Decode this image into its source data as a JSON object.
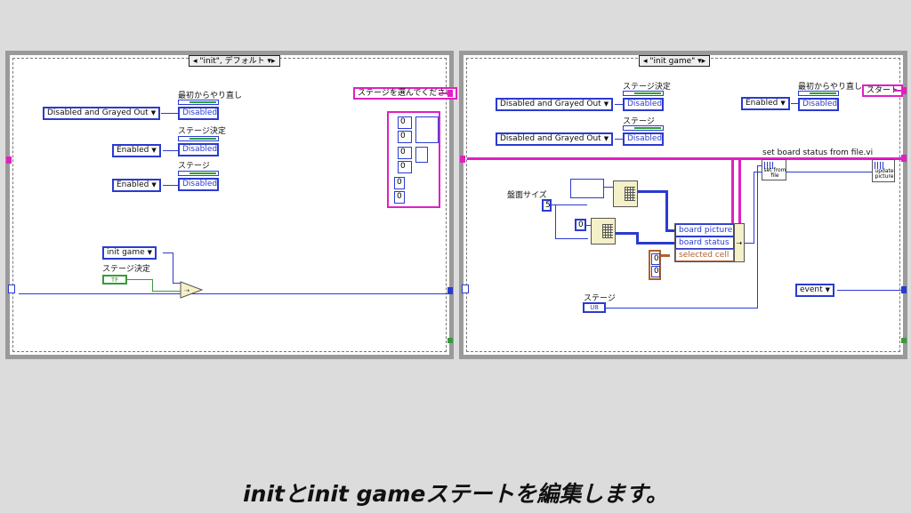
{
  "left_panel": {
    "case_selector": "◂ \"init\", デフォルト ▾▸",
    "top_label": "最初からやり直し",
    "ctrl1": "Disabled and Grayed Out",
    "ind1": "Disabled",
    "label_stage_decide": "ステージ決定",
    "ctrl2": "Enabled",
    "ind2": "Disabled",
    "label_stage": "ステージ",
    "ctrl3": "Enabled",
    "ind3": "Disabled",
    "pink_string": "ステージを選んでください",
    "cluster_values": [
      "0",
      "0",
      "0",
      "0",
      "0",
      "0"
    ],
    "enum_init_game": "init game",
    "bool_label": "ステージ決定",
    "bool_value": "TF"
  },
  "right_panel": {
    "case_selector": "◂ \"init game\" ▾▸",
    "label_stage_decide": "ステージ決定",
    "ctrl1": "Disabled and Grayed Out",
    "ind1": "Disabled",
    "label_stage": "ステージ",
    "ctrl2": "Disabled and Grayed Out",
    "ind2": "Disabled",
    "top_label": "最初からやり直し",
    "ctrl3": "Enabled",
    "ind3": "Disabled",
    "pink_string": "スタート",
    "vi_label": "set board status from file.vi",
    "vi_node": "set from file",
    "update_node": "update picture",
    "board_size_label": "盤面サイズ",
    "board_size_value": "5",
    "const_zero": "0",
    "bundle_items": [
      "board picture",
      "board status",
      "selected cell"
    ],
    "array_values": [
      "0",
      "0"
    ],
    "stage_label": "ステージ",
    "stage_value": "U8",
    "enum_event": "event"
  },
  "caption": "initとinit gameステートを編集します。",
  "colors": {
    "wire_blue": "#2a3bd0",
    "wire_pink": "#e020c0",
    "wire_green": "#3a9a3a",
    "wire_brown": "#b06030"
  }
}
